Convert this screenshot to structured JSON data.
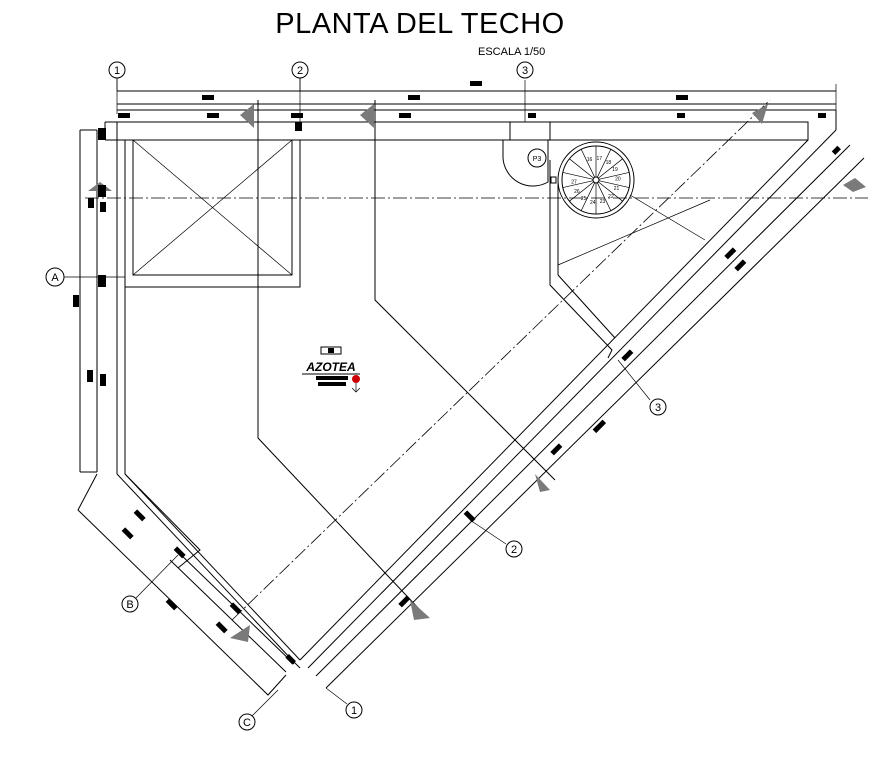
{
  "header": {
    "title": "PLANTA DEL TECHO",
    "scale": "ESCALA 1/50"
  },
  "room": {
    "label": "AZOTEA"
  },
  "door": {
    "label": "P3"
  },
  "axes": {
    "top": [
      "1",
      "2",
      "3"
    ],
    "left": [
      "A"
    ],
    "diagonal_numbers": [
      "3",
      "2",
      "1"
    ],
    "diagonal_letters": [
      "B",
      "C"
    ]
  },
  "stair_steps": [
    "16",
    "17",
    "18",
    "19",
    "20",
    "21",
    "22",
    "23",
    "24",
    "25",
    "26",
    "27"
  ],
  "colors": {
    "lines": "#000000",
    "section_marker": "#7a7a7a",
    "level_marker": "#cc0000"
  }
}
